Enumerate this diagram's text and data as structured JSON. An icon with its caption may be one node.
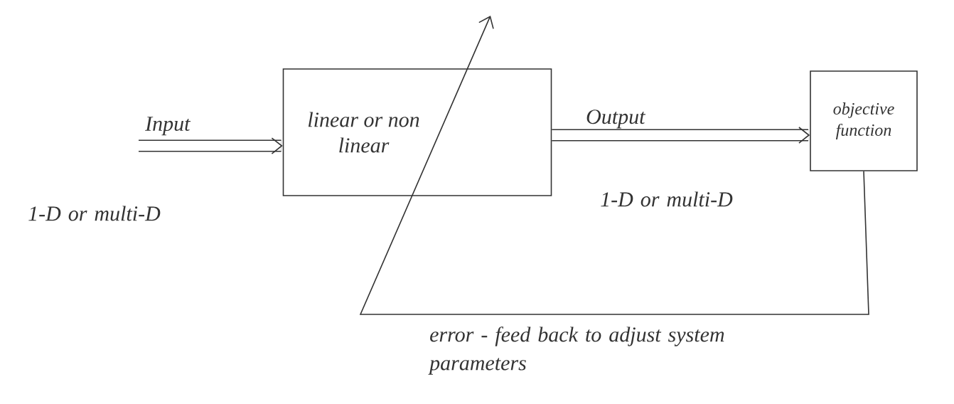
{
  "diagram": {
    "nodes": [
      {
        "text": [
          "linear or non linear"
        ]
      },
      {
        "text": [
          "objective function"
        ]
      }
    ],
    "edges": [
      {
        "from": null,
        "to": 0,
        "arrow": "to",
        "label": "Input"
      },
      {
        "from": 0,
        "to": 1,
        "arrow": "to",
        "label": "Output"
      },
      {
        "from": 1,
        "to": null,
        "arrow": "to",
        "label": "error - feed back to adjust system parameters"
      }
    ],
    "labels": [
      "1-D or multi-D",
      "1-D or multi-D"
    ]
  }
}
